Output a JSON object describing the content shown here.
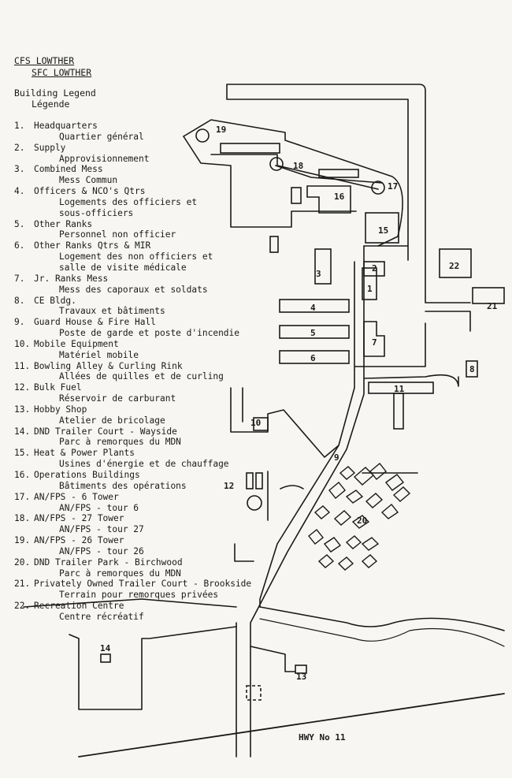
{
  "header": {
    "title_en": "CFS LOWTHER",
    "title_fr": "SFC LOWTHER"
  },
  "legend": {
    "heading_en": "Building Legend",
    "heading_fr": "Légende",
    "items": [
      {
        "num": "1.",
        "en": "Headquarters",
        "fr": [
          "Quartier général"
        ]
      },
      {
        "num": "2.",
        "en": "Supply",
        "fr": [
          "Approvisionnement"
        ]
      },
      {
        "num": "3.",
        "en": "Combined Mess",
        "fr": [
          "Mess Commun"
        ]
      },
      {
        "num": "4.",
        "en": "Officers & NCO's Qtrs",
        "fr": [
          "Logements des officiers et",
          "sous-officiers"
        ]
      },
      {
        "num": "5.",
        "en": "Other Ranks",
        "fr": [
          "Personnel non officier"
        ]
      },
      {
        "num": "6.",
        "en": "Other Ranks Qtrs & MIR",
        "fr": [
          "Logement des non officiers et",
          "salle de visite médicale"
        ]
      },
      {
        "num": "7.",
        "en": "Jr. Ranks Mess",
        "fr": [
          "Mess des caporaux et soldats"
        ]
      },
      {
        "num": "8.",
        "en": "CE Bldg.",
        "fr": [
          "Travaux et bâtiments"
        ]
      },
      {
        "num": "9.",
        "en": "Guard House & Fire Hall",
        "fr": [
          "Poste de garde et poste d'incendie"
        ]
      },
      {
        "num": "10.",
        "en": "Mobile Equipment",
        "fr": [
          "Matériel mobile"
        ]
      },
      {
        "num": "11.",
        "en": "Bowling Alley & Curling Rink",
        "fr": [
          "Allées de quilles et de curling"
        ]
      },
      {
        "num": "12.",
        "en": "Bulk Fuel",
        "fr": [
          "Réservoir de carburant"
        ]
      },
      {
        "num": "13.",
        "en": "Hobby Shop",
        "fr": [
          "Atelier de bricolage"
        ]
      },
      {
        "num": "14.",
        "en": "DND Trailer Court - Wayside",
        "fr": [
          "Parc à remorques du MDN"
        ]
      },
      {
        "num": "15.",
        "en": "Heat & Power Plants",
        "fr": [
          "Usines d'énergie et de chauffage"
        ]
      },
      {
        "num": "16.",
        "en": "Operations Buildings",
        "fr": [
          "Bâtiments des opérations"
        ]
      },
      {
        "num": "17.",
        "en": "AN/FPS - 6 Tower",
        "fr": [
          "AN/FPS - tour 6"
        ]
      },
      {
        "num": "18.",
        "en": "AN/FPS - 27 Tower",
        "fr": [
          "AN/FPS - tour 27"
        ]
      },
      {
        "num": "19.",
        "en": "AN/FPS - 26 Tower",
        "fr": [
          "AN/FPS - tour 26"
        ]
      },
      {
        "num": "20.",
        "en": "DND Trailer Park - Birchwood",
        "fr": [
          "Parc à remorques du MDN"
        ]
      },
      {
        "num": "21.",
        "en": "Privately Owned Trailer Court - Brookside",
        "fr": [
          "Terrain pour remorques privées"
        ]
      },
      {
        "num": "22.",
        "en": "Recreation Centre",
        "fr": [
          "Centre récréatif"
        ]
      }
    ]
  },
  "map": {
    "labels": [
      "1",
      "2",
      "3",
      "4",
      "5",
      "6",
      "7",
      "8",
      "9",
      "10",
      "11",
      "12",
      "13",
      "14",
      "15",
      "16",
      "17",
      "18",
      "19",
      "20",
      "21",
      "22"
    ],
    "highway_label": "HWY No 11"
  }
}
